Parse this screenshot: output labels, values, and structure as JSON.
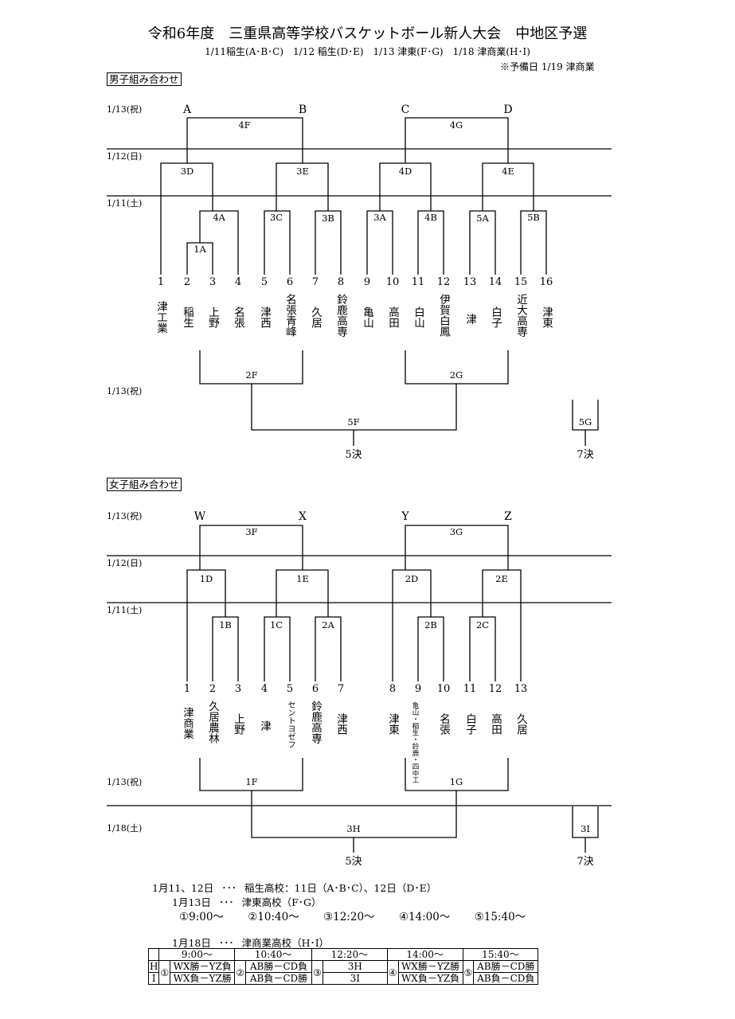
{
  "header": {
    "title": "令和6年度　三重県高等学校バスケットボール新人大会　中地区予選",
    "subtitle": "1/11稲生(A･B･C)　1/12 稲生(D･E)　1/13 津東(F･G)　1/18 津商業(H･I)",
    "note": "※予備日 1/19 津商業"
  },
  "boys": {
    "label": "男子組み合わせ",
    "dates": [
      "1/13(祝)",
      "1/12(日)",
      "1/11(土)",
      "1/13(祝)"
    ],
    "seeds": [
      "A",
      "B",
      "C",
      "D"
    ],
    "games": [
      "4F",
      "4G",
      "3D",
      "3E",
      "4D",
      "4E",
      "4A",
      "3C",
      "3B",
      "3A",
      "4B",
      "5A",
      "5B",
      "1A",
      "2F",
      "2G",
      "5F",
      "5G"
    ],
    "places": [
      "5決",
      "7決"
    ],
    "teams": [
      {
        "num": "1",
        "name": "津工業"
      },
      {
        "num": "2",
        "name": "稲生"
      },
      {
        "num": "3",
        "name": "上野"
      },
      {
        "num": "4",
        "name": "名張"
      },
      {
        "num": "5",
        "name": "津西"
      },
      {
        "num": "6",
        "name": "名張青峰"
      },
      {
        "num": "7",
        "name": "久居"
      },
      {
        "num": "8",
        "name": "鈴鹿高専"
      },
      {
        "num": "9",
        "name": "亀山"
      },
      {
        "num": "10",
        "name": "高田"
      },
      {
        "num": "11",
        "name": "白山"
      },
      {
        "num": "12",
        "name": "伊賀白鳳"
      },
      {
        "num": "13",
        "name": "津"
      },
      {
        "num": "14",
        "name": "白子"
      },
      {
        "num": "15",
        "name": "近大高専"
      },
      {
        "num": "16",
        "name": "津東"
      }
    ]
  },
  "girls": {
    "label": "女子組み合わせ",
    "dates": [
      "1/13(祝)",
      "1/12(日)",
      "1/11(土)",
      "1/13(祝)",
      "1/18(土)"
    ],
    "seeds": [
      "W",
      "X",
      "Y",
      "Z"
    ],
    "games": [
      "3F",
      "3G",
      "1D",
      "1E",
      "2D",
      "2E",
      "1B",
      "1C",
      "2A",
      "2B",
      "2C",
      "1F",
      "1G",
      "3H",
      "3I"
    ],
    "places": [
      "5決",
      "7決"
    ],
    "teams": [
      {
        "num": "1",
        "name": "津商業"
      },
      {
        "num": "2",
        "name": "久居農林"
      },
      {
        "num": "3",
        "name": "上野"
      },
      {
        "num": "4",
        "name": "津"
      },
      {
        "num": "5",
        "name": "セントヨゼフ"
      },
      {
        "num": "6",
        "name": "鈴鹿高専"
      },
      {
        "num": "7",
        "name": "津西"
      },
      {
        "num": "8",
        "name": "津東"
      },
      {
        "num": "9",
        "name": "亀山・稲生・鈴鹿・四中工"
      },
      {
        "num": "10",
        "name": "名張"
      },
      {
        "num": "11",
        "name": "白子"
      },
      {
        "num": "12",
        "name": "高田"
      },
      {
        "num": "13",
        "name": "久居"
      }
    ]
  },
  "schedule": {
    "line1_date": "1月11、12日",
    "line1_dots": "･･･",
    "line1_text": "稲生高校：11日（A･B･C）、12日（D･E）",
    "line2_date": "1月13日",
    "line2_dots": "･･･",
    "line2_text": "津東高校（F･G）",
    "times": [
      "①9:00～",
      "②10:40～",
      "③12:20～",
      "④14:00～",
      "⑤15:40～"
    ],
    "line3_date": "1月18日",
    "line3_dots": "･･･",
    "line3_text": "津商業高校（H･I）",
    "table": {
      "headers": [
        "9:00～",
        "10:40～",
        "12:20～",
        "14:00～",
        "15:40～"
      ],
      "marks": [
        "①",
        "②",
        "③",
        "④",
        "⑤"
      ],
      "rows": [
        {
          "label": "H",
          "cells": [
            "WX勝－YZ負",
            "AB勝－CD負",
            "3H",
            "WX勝－YZ勝",
            "AB勝－CD勝"
          ]
        },
        {
          "label": "I",
          "cells": [
            "WX負－YZ勝",
            "AB負－CD勝",
            "3I",
            "WX負－YZ負",
            "AB負－CD負"
          ]
        }
      ]
    }
  }
}
